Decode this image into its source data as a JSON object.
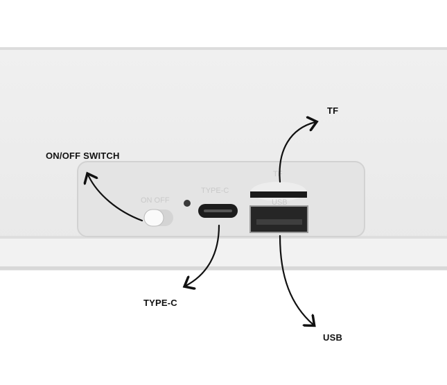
{
  "callouts": {
    "switch": "ON/OFF SWITCH",
    "tf": "TF",
    "type_c": "TYPE-C",
    "usb": "USB"
  },
  "device_print": {
    "switch": "ON OFF",
    "type_c": "TYPE-C",
    "usb": "USB",
    "tf": "TF"
  },
  "colors": {
    "device_body": "#ececec",
    "panel": "#e6e6e6",
    "port": "#1c1c1c",
    "arrow": "#111111"
  }
}
